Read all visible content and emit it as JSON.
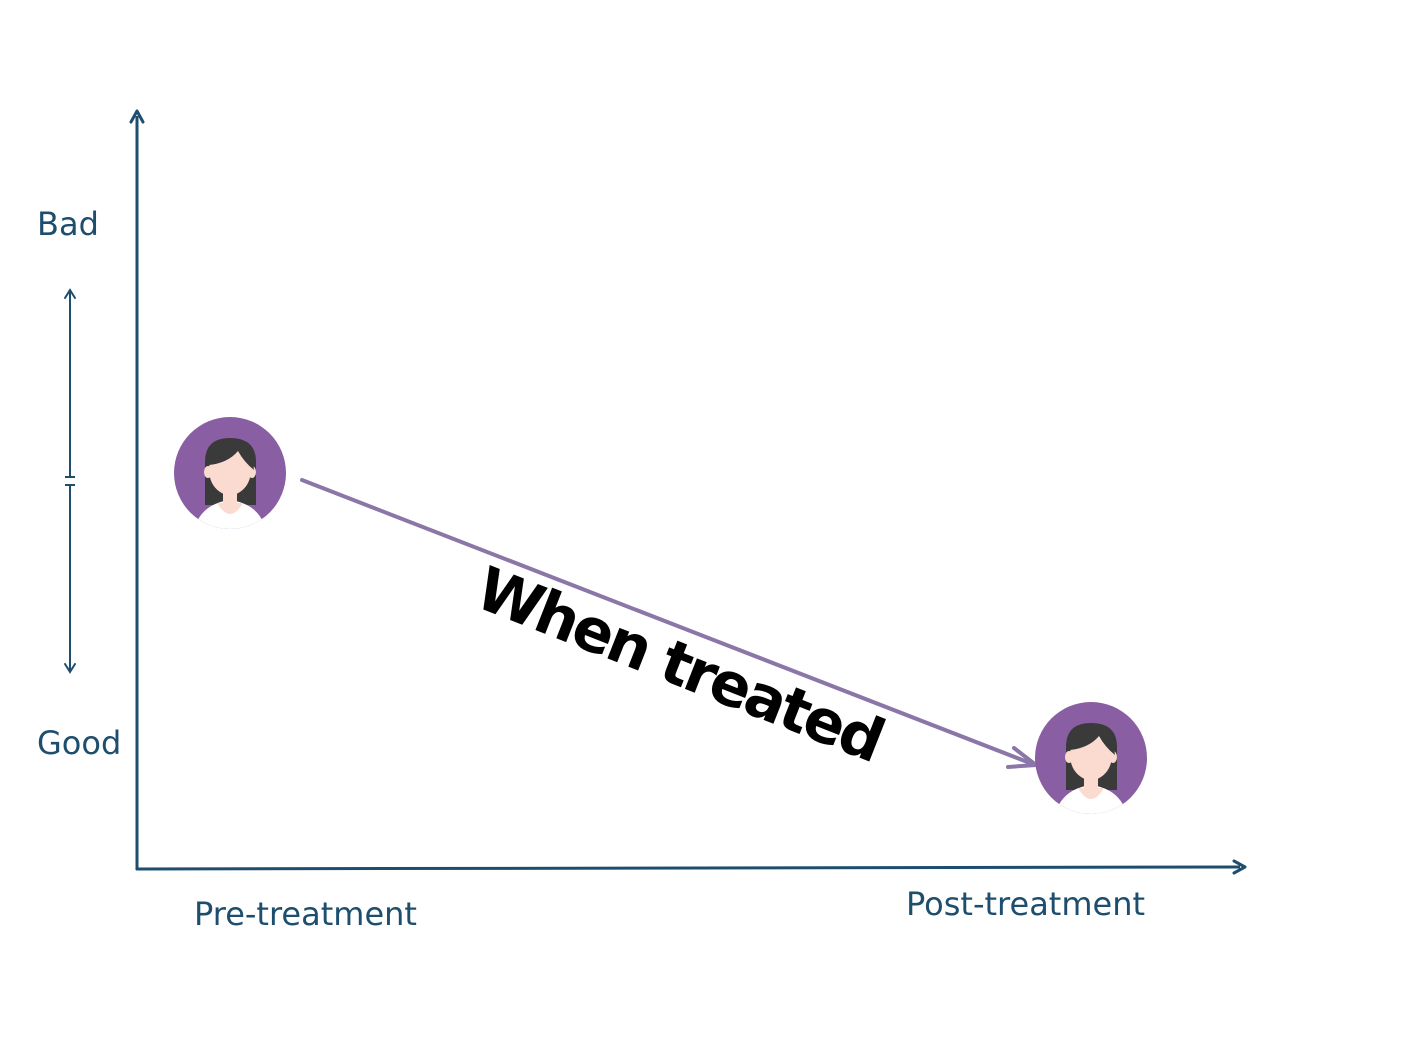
{
  "labels": {
    "y_top": "Bad",
    "y_bottom": "Good",
    "x_left": "Pre-treatment",
    "x_right": "Post-treatment",
    "transition": "When treated"
  },
  "icons": {
    "patient_before": "woman-avatar-icon",
    "patient_after": "woman-avatar-icon"
  },
  "colors": {
    "axis": "#1e4e6e",
    "avatar_bg": "#8a5ea3",
    "arrow": "#8a77a8",
    "hair": "#3a3a3a",
    "skin": "#fbdbd0"
  }
}
